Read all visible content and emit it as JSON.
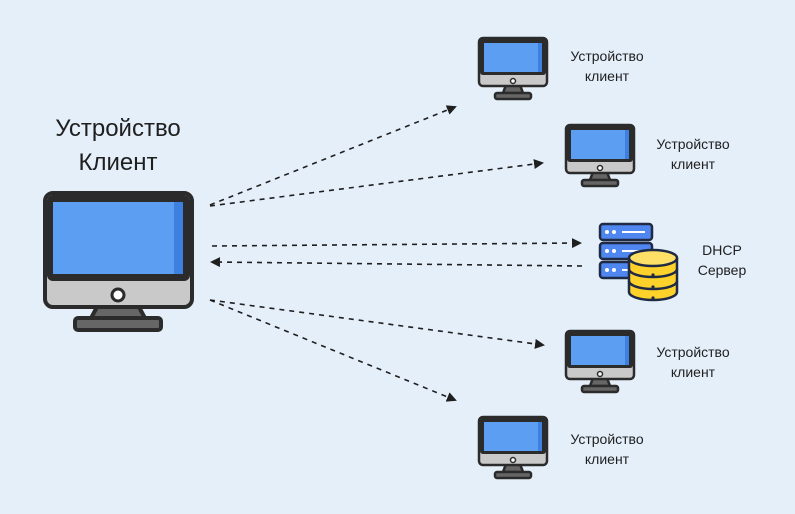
{
  "main_device": {
    "line1": "Устройство",
    "line2": "Клиент"
  },
  "devices": [
    {
      "line1": "Устройство",
      "line2": "клиент"
    },
    {
      "line1": "Устройство",
      "line2": "клиент"
    },
    {
      "line1": "Устройство",
      "line2": "клиент"
    },
    {
      "line1": "Устройство",
      "line2": "клиент"
    }
  ],
  "server": {
    "line1": "DHCP",
    "line2": "Сервер"
  },
  "colors": {
    "background": "#e5effa",
    "screen": "#5b9ef2",
    "screen_shade": "#3d80e0",
    "frame": "#2b2b2b",
    "stand": "#666666",
    "chin": "#c9c9c9",
    "server_blue": "#4f86f0",
    "database_yellow": "#ffd22b"
  }
}
